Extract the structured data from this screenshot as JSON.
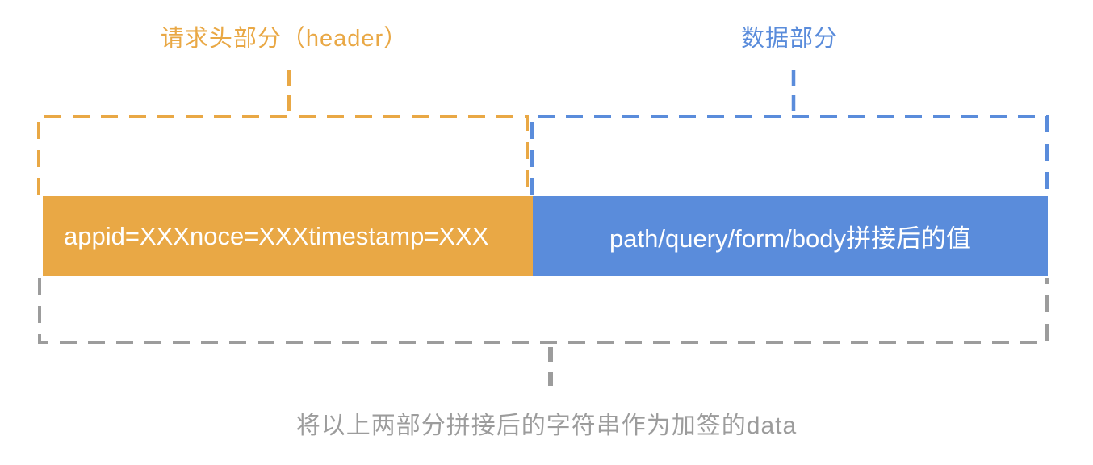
{
  "diagram": {
    "header_part": {
      "label": "请求头部分（header）",
      "bar_text": "appid=XXXnoce=XXXtimestamp=XXX"
    },
    "data_part": {
      "label": "数据部分",
      "bar_text": "path/query/form/body拼接后的值"
    },
    "caption": "将以上两部分拼接后的字符串作为加签的data"
  },
  "colors": {
    "orange": "#E9A845",
    "blue": "#5A8CDB",
    "gray": "#9C9C9C",
    "bar_text": "#FFFFFF"
  }
}
